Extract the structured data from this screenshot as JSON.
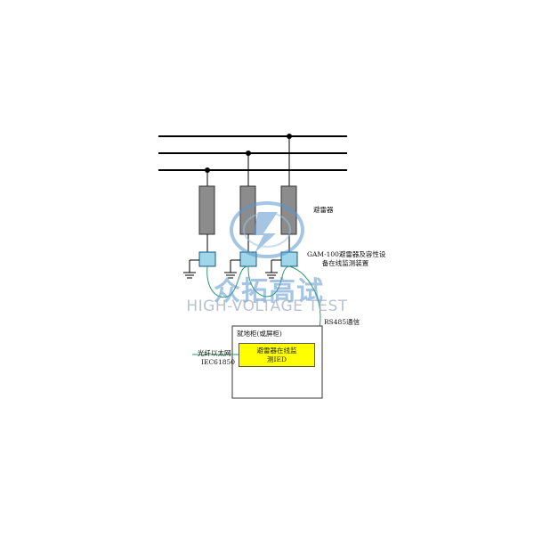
{
  "labels": {
    "arrester": "避雷器",
    "monitor_line1": "GAM-100避雷器及容性设",
    "monitor_line2": "备在线监测装置",
    "rs485": "RS485通信",
    "cabinet": "就地柜(或屏柜)",
    "ied_line1": "避雷器在线监",
    "ied_line2": "测IED",
    "ethernet_line1": "光纤以太网",
    "ethernet_line2": "IEC61850"
  },
  "watermark": {
    "brand": "众拓高试",
    "tagline": "HIGH-VOLTAGE TEST"
  },
  "colors": {
    "busbar": "#000000",
    "arrester_body": "#8c8c8c",
    "sensor_box": "#9fd6ea",
    "ied_fill": "#ffff00",
    "cable": "#2a9a6a",
    "watermark": "#5a96cd"
  }
}
